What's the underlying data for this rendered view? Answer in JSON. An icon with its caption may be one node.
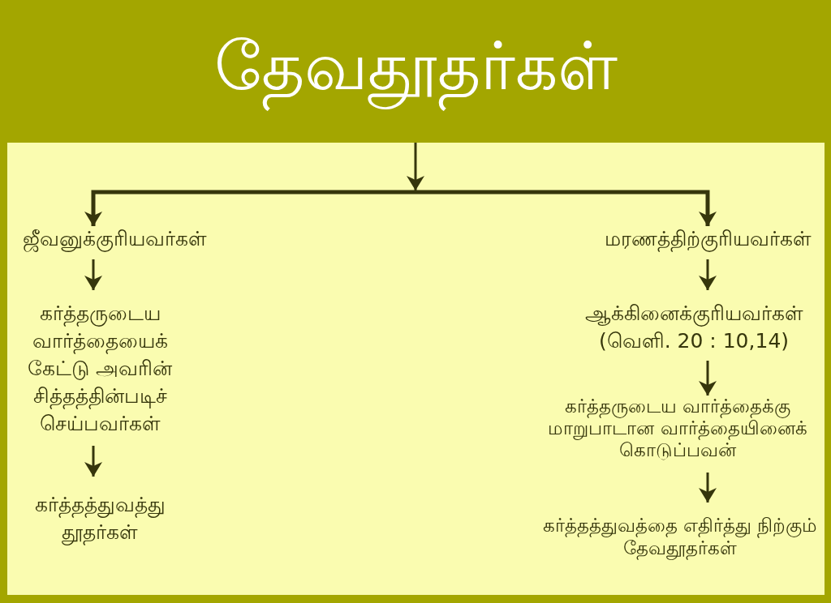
{
  "diagram": {
    "nodes": [
      {
        "text": [
          "தேவதூதர்கள்"
        ]
      },
      {
        "text": [
          "ஜீவனுக்குரியவர்கள்"
        ]
      },
      {
        "text": [
          "கர்த்தருடைய வார்த்தையைக் கேட்டு அவரின் சித்தத்தின்படிச் செய்பவர்கள்"
        ]
      },
      {
        "text": [
          "கர்த்தத்துவத்து தூதர்கள்"
        ]
      },
      {
        "text": [
          "மரணத்திற்குரியவர்கள்"
        ]
      },
      {
        "text": [
          "ஆக்கினைக்குரியவர்கள்",
          "(வெளி. 20 : 10,14)"
        ]
      },
      {
        "text": [
          "கர்த்தருடைய வார்த்தைக்கு மாறுபாடான வார்த்தையினைக் கொடுப்பவன்"
        ]
      },
      {
        "text": [
          "கர்த்தத்துவத்தை எதிர்த்து நிற்கும் தேவதூதர்கள்"
        ]
      }
    ],
    "edges": [
      {
        "from": 0,
        "to": 1,
        "arrow": "to"
      },
      {
        "from": 0,
        "to": 4,
        "arrow": "to"
      },
      {
        "from": 1,
        "to": 2,
        "arrow": "to"
      },
      {
        "from": 2,
        "to": 3,
        "arrow": "to"
      },
      {
        "from": 4,
        "to": 5,
        "arrow": "to"
      },
      {
        "from": 5,
        "to": 6,
        "arrow": "to"
      },
      {
        "from": 6,
        "to": 7,
        "arrow": "to"
      }
    ]
  }
}
